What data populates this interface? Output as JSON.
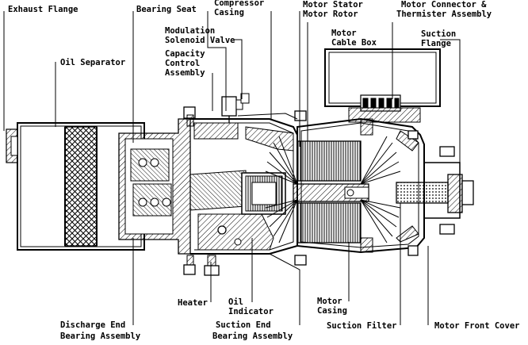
{
  "labels": {
    "exhaust_flange": "Exhaust Flange",
    "bearing_seat": "Bearing Seat",
    "compressor": "Compressor",
    "casing": "Casing",
    "motor_stator": "Motor Stator",
    "motor_rotor": "Motor Rotor",
    "motor_connector": "Motor Connector &",
    "thermister_assembly": "Thermister Assembly",
    "modulation": "Modulation",
    "solenoid_valve": "Solenoid Valve",
    "motor": "Motor",
    "cable_box": "Cable Box",
    "suction": "Suction",
    "flange": "Flange",
    "oil_separator": "Oil Separator",
    "capacity": "Capacity",
    "control": "Control",
    "assembly": "Assembly",
    "heater": "Heater",
    "oil": "Oil",
    "indicator": "Indicator",
    "motor_casing_1": "Motor",
    "motor_casing_2": "Casing",
    "discharge_end": "Discharge End",
    "bearing_assembly": "Bearing Assembly",
    "suction_end": "Suction End",
    "suction_bearing_assembly": "Bearing Assembly",
    "suction_filter": "Suction Filter",
    "motor_front_cover": "Motor Front Cover"
  }
}
